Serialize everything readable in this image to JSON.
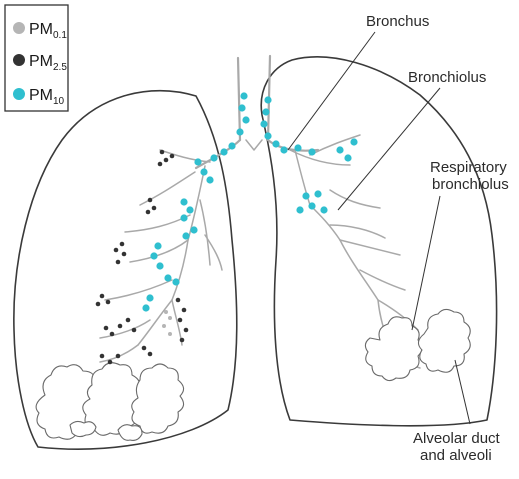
{
  "legend": {
    "items": [
      {
        "main": "PM",
        "sub": "0.1",
        "color": "#b5b5b5"
      },
      {
        "main": "PM",
        "sub": "2.5",
        "color": "#333333"
      },
      {
        "main": "PM",
        "sub": "10",
        "color": "#2fbfcf"
      }
    ]
  },
  "labels": {
    "bronchus": "Bronchus",
    "bronchiolus": "Bronchiolus",
    "respiratory_line1": "Respiratory",
    "respiratory_line2": "bronchiolus",
    "alveolar_line1": "Alveolar duct",
    "alveolar_line2": "and alveoli"
  },
  "colors": {
    "pm10": "#2fbfcf",
    "pm25": "#333333",
    "pm01": "#b5b5b5",
    "outline": "#3a3a3a",
    "airway": "#a9a9a9"
  }
}
